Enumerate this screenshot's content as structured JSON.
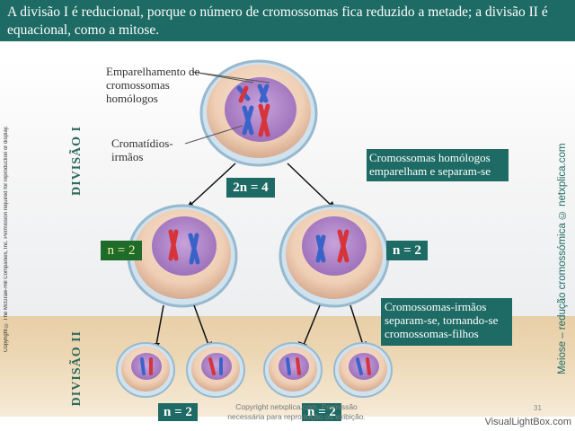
{
  "header": {
    "text": "A divisão I é reducional, porque o número de cromossomas fica reduzido a metade; a divisão II é equacional, como a mitose."
  },
  "side_credit_left": "Copyright © The McGraw-Hill Companies, Inc. Permission required for reproduction or display.",
  "side_credit_right": "Meiose – redução cromossómica © netxplica.com",
  "division_labels": {
    "first": "DIVISÃO I",
    "second": "DIVISÃO II"
  },
  "annotations": {
    "pairing": "Emparelhamento de cromossomas homólogos",
    "chromatids": "Cromatídios-irmãos"
  },
  "info_boxes": {
    "homologues": "Cromossomas homólogos emparelham e separam-se",
    "sisters": "Cromossomas-irmãos separam-se, tornando-se cromossomas-filhos"
  },
  "ploidy_labels": {
    "parent": "2n = 4",
    "left_daughter": "n = 2",
    "right_daughter": "n = 2",
    "bottom_left": "n = 2",
    "bottom_right": "n = 2"
  },
  "footer": {
    "line1": "Copyright netxplica.com. Permissão",
    "line2": "necessária para reprodução ou exibição.",
    "page_number": "31"
  },
  "brand": "VisualLightBox.com",
  "colors": {
    "teal": "#1d6b64",
    "green_box": "#1e6b2a",
    "chromosome_red": "#d6343a",
    "chromosome_blue": "#3a63c9",
    "nucleus": "#a77cc2"
  }
}
